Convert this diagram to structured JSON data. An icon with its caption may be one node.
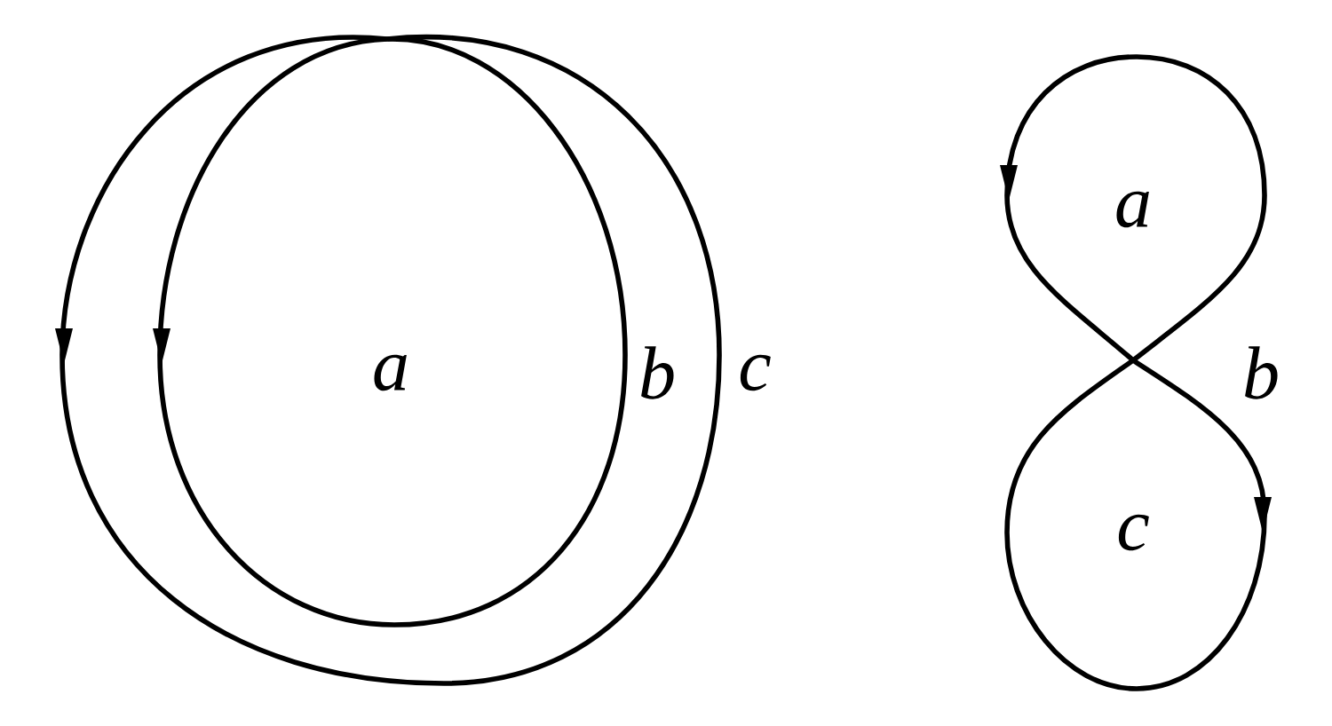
{
  "diagram": {
    "labels": [
      "a",
      "b",
      "c",
      "a",
      "b",
      "c"
    ]
  }
}
